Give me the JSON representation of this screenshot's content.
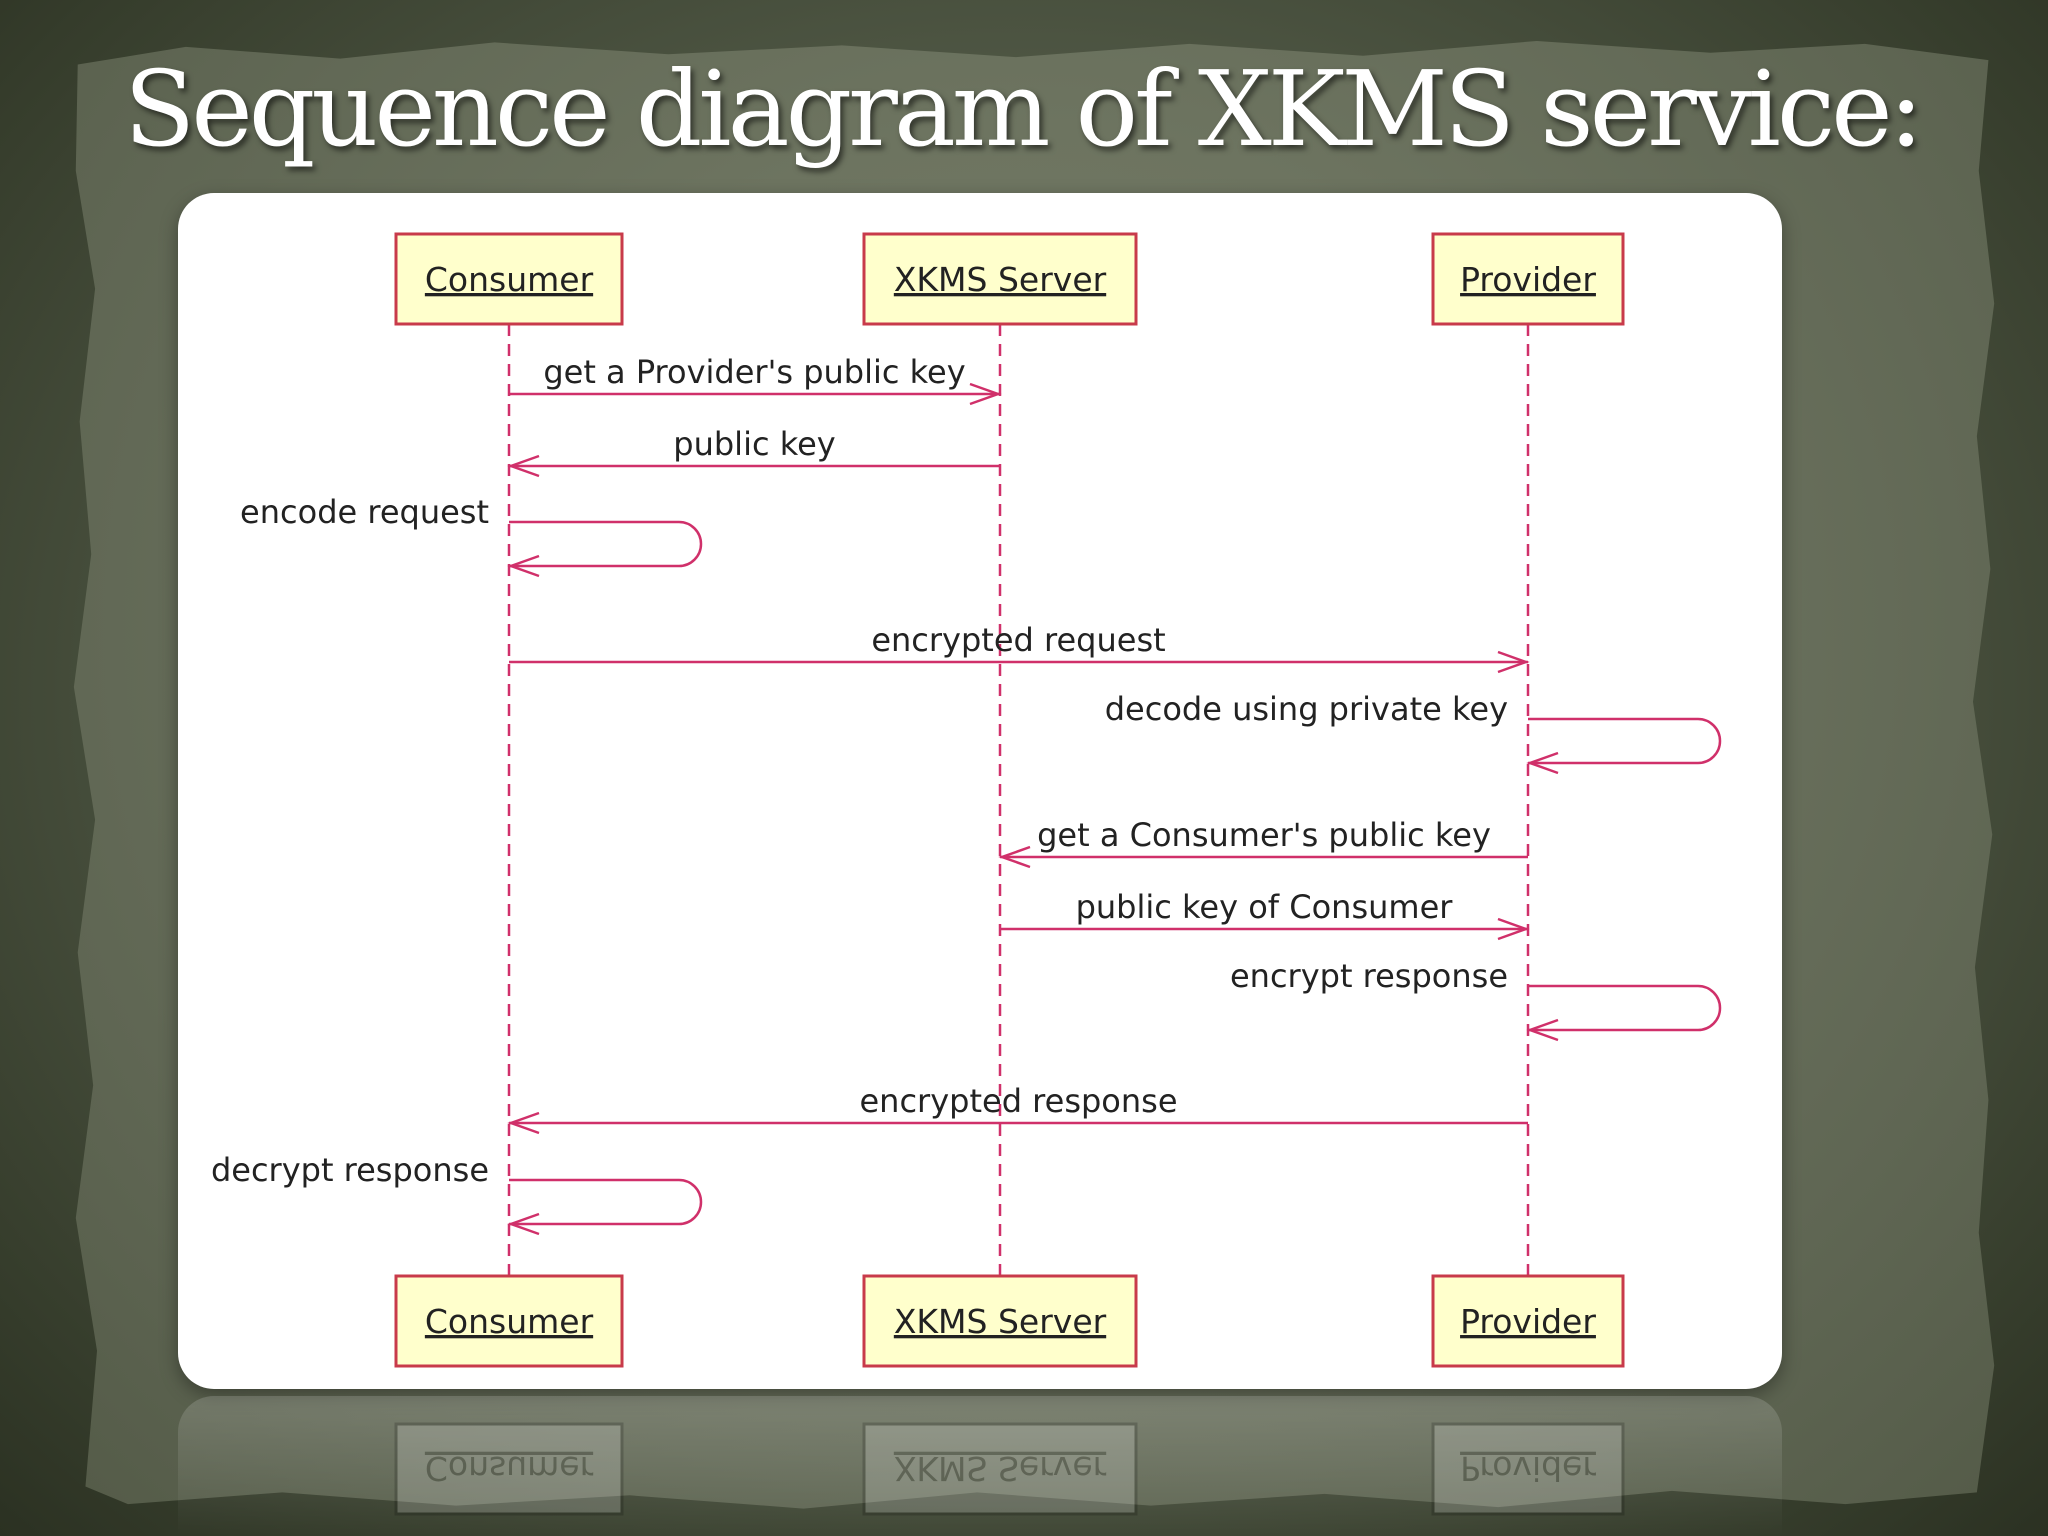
{
  "slide": {
    "title": "Sequence diagram of XKMS service:"
  },
  "colors": {
    "line": "#d0306a",
    "actor_fill": "#ffffcc",
    "actor_border": "#c83a4a",
    "text": "#222222"
  },
  "actors": [
    "Consumer",
    "XKMS Server",
    "Provider"
  ],
  "messages": [
    {
      "label": "get a Provider's public key",
      "from": "Consumer",
      "to": "XKMS Server"
    },
    {
      "label": "public key",
      "from": "XKMS Server",
      "to": "Consumer"
    },
    {
      "label": "encode request",
      "from": "Consumer",
      "to": "Consumer"
    },
    {
      "label": "encrypted request",
      "from": "Consumer",
      "to": "Provider"
    },
    {
      "label": "decode using private key",
      "from": "Provider",
      "to": "Provider"
    },
    {
      "label": "get a Consumer's public key",
      "from": "Provider",
      "to": "XKMS Server"
    },
    {
      "label": "public key of Consumer",
      "from": "XKMS Server",
      "to": "Provider"
    },
    {
      "label": "encrypt response",
      "from": "Provider",
      "to": "Provider"
    },
    {
      "label": "encrypted response",
      "from": "Provider",
      "to": "Consumer"
    },
    {
      "label": "decrypt response",
      "from": "Consumer",
      "to": "Consumer"
    }
  ]
}
